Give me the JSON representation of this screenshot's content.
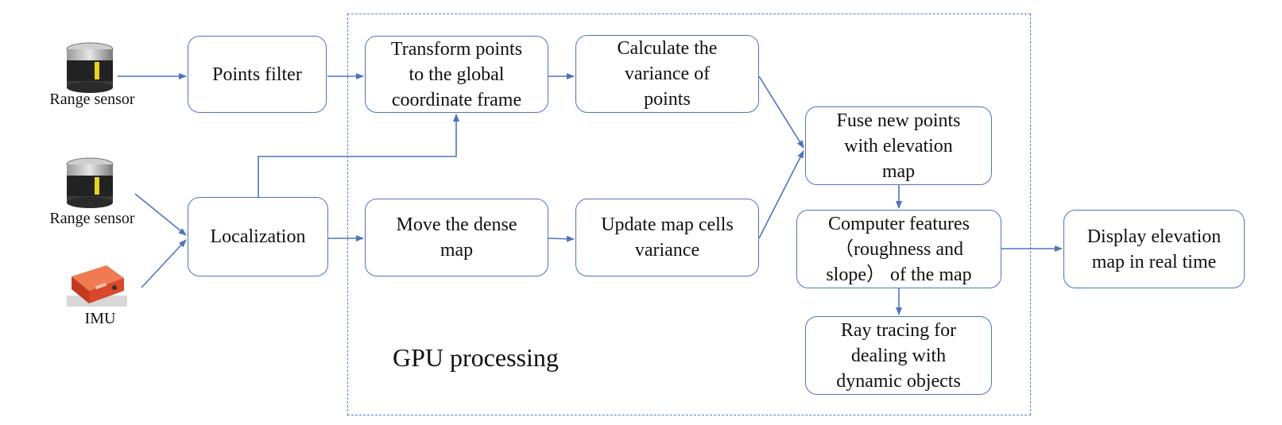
{
  "diagram": {
    "gpu_label": "GPU processing",
    "sensors": {
      "range_sensor_1": "Range  sensor",
      "range_sensor_2": "Range  sensor",
      "imu": "IMU"
    },
    "boxes": {
      "points_filter": "Points filter",
      "transform_points": "Transform points\nto the global\ncoordinate frame",
      "calculate_variance": "Calculate the\nvariance of\npoints",
      "localization": "Localization",
      "move_dense_map": "Move the dense\nmap",
      "update_map_cells": "Update map cells\nvariance",
      "fuse_points": "Fuse new points\nwith elevation\nmap",
      "compute_features": "Computer features\n（roughness and\nslope）  of the map",
      "ray_tracing": "Ray tracing for\ndealing with\ndynamic objects",
      "display_map": "Display elevation\nmap in real time"
    },
    "colors": {
      "connector": "#4f74bb",
      "gpu_border": "#5b7fbe",
      "imu_body": "#d9482b",
      "sensor_body": "#2d2d2d",
      "sensor_band": "#e8d21c"
    },
    "icons": {
      "range_sensor": "lidar-sensor-icon",
      "imu": "imu-device-icon"
    }
  }
}
